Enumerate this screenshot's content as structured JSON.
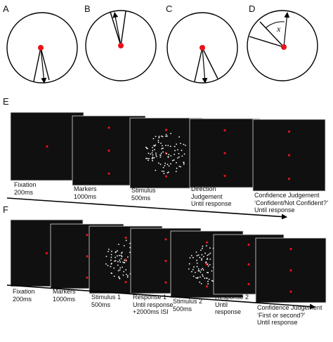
{
  "panels": {
    "a": "A",
    "b": "B",
    "c": "C",
    "d": "D",
    "e": "E",
    "f": "F"
  },
  "angle_symbol": "x",
  "colors": {
    "screen": "#101010",
    "dot": "#e8121a",
    "stimulus": "#ffffff",
    "ink": "#000000"
  },
  "row_e": {
    "captions": [
      "Fixation\n200ms",
      "Markers\n1000ms",
      "Stimulus\n500ms",
      "Direction\nJudgement\nUntil response",
      "Confidence Judgement\n‘Confident/Not Confident?’\nUntil response"
    ]
  },
  "row_f": {
    "captions": [
      "Fixation\n200ms",
      "Markers\n1000ms",
      "Stimulus 1\n500ms",
      "Response 1\nUntil response\n+2000ms ISI",
      "Stimulus 2\n500ms",
      "Response 2\nUntil\nresponse",
      "Confidence Judgement\n‘First or second?’\nUntil response"
    ]
  }
}
